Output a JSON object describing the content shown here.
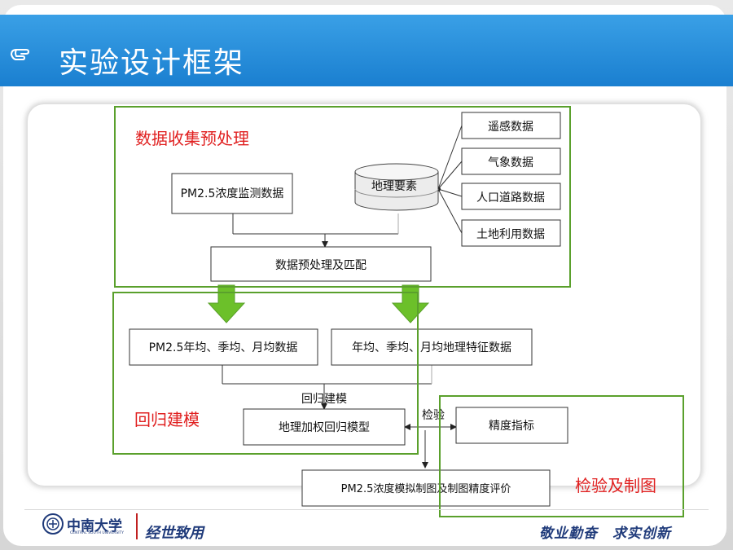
{
  "header": {
    "title": "实验设计框架"
  },
  "sections": {
    "preprocess": "数据收集预处理",
    "regression": "回归建模",
    "validation": "检验及制图"
  },
  "nodes": {
    "pm25_monitor": "PM2.5浓度监测数据",
    "geo_elements": "地理要素",
    "remote_sensing": "遥感数据",
    "meteorology": "气象数据",
    "population_road": "人口道路数据",
    "land_use": "土地利用数据",
    "preprocess_match": "数据预处理及匹配",
    "pm25_avg": "PM2.5年均、季均、月均数据",
    "geo_features": "年均、季均、月均地理特征数据",
    "gwr_model": "地理加权回归模型",
    "accuracy_index": "精度指标",
    "mapping": "PM2.5浓度模拟制图及制图精度评价"
  },
  "edge_labels": {
    "regression_modeling": "回归建模",
    "validate": "检验"
  },
  "footer": {
    "university": "中南大学",
    "university_en": "CENTRAL SOUTH UNIVERSITY",
    "motto_left": "经世致用",
    "motto_right": "敬业勤奋　求实创新"
  },
  "colors": {
    "title_bar": "#1a7fd0",
    "section_border": "#5aa02c",
    "section_text": "#e02020",
    "arrow_fill": "#6cc02a",
    "footer_text": "#1f3a7a"
  }
}
